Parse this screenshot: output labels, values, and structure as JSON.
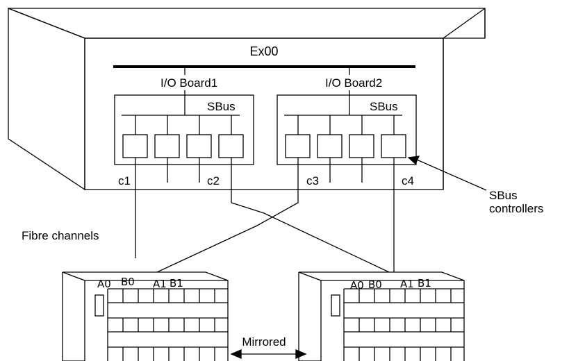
{
  "server": {
    "title": "Ex00",
    "io_board_1": {
      "label": "I/O Board1",
      "bus_label": "SBus"
    },
    "io_board_2": {
      "label": "I/O Board2",
      "bus_label": "SBus"
    }
  },
  "controllers": {
    "c1": "c1",
    "c2": "c2",
    "c3": "c3",
    "c4": "c4"
  },
  "callout": {
    "line1": "SBus",
    "line2": "controllers"
  },
  "fibre_label": "Fibre channels",
  "array_left": {
    "a0": "A0",
    "b0": "B0",
    "a1": "A1",
    "b1": "B1"
  },
  "array_right": {
    "a0": "A0",
    "b0": "B0",
    "a1": "A1",
    "b1": "B1"
  },
  "mirrored_label": "Mirrored",
  "colors": {
    "stroke": "#000000",
    "background": "#ffffff"
  }
}
